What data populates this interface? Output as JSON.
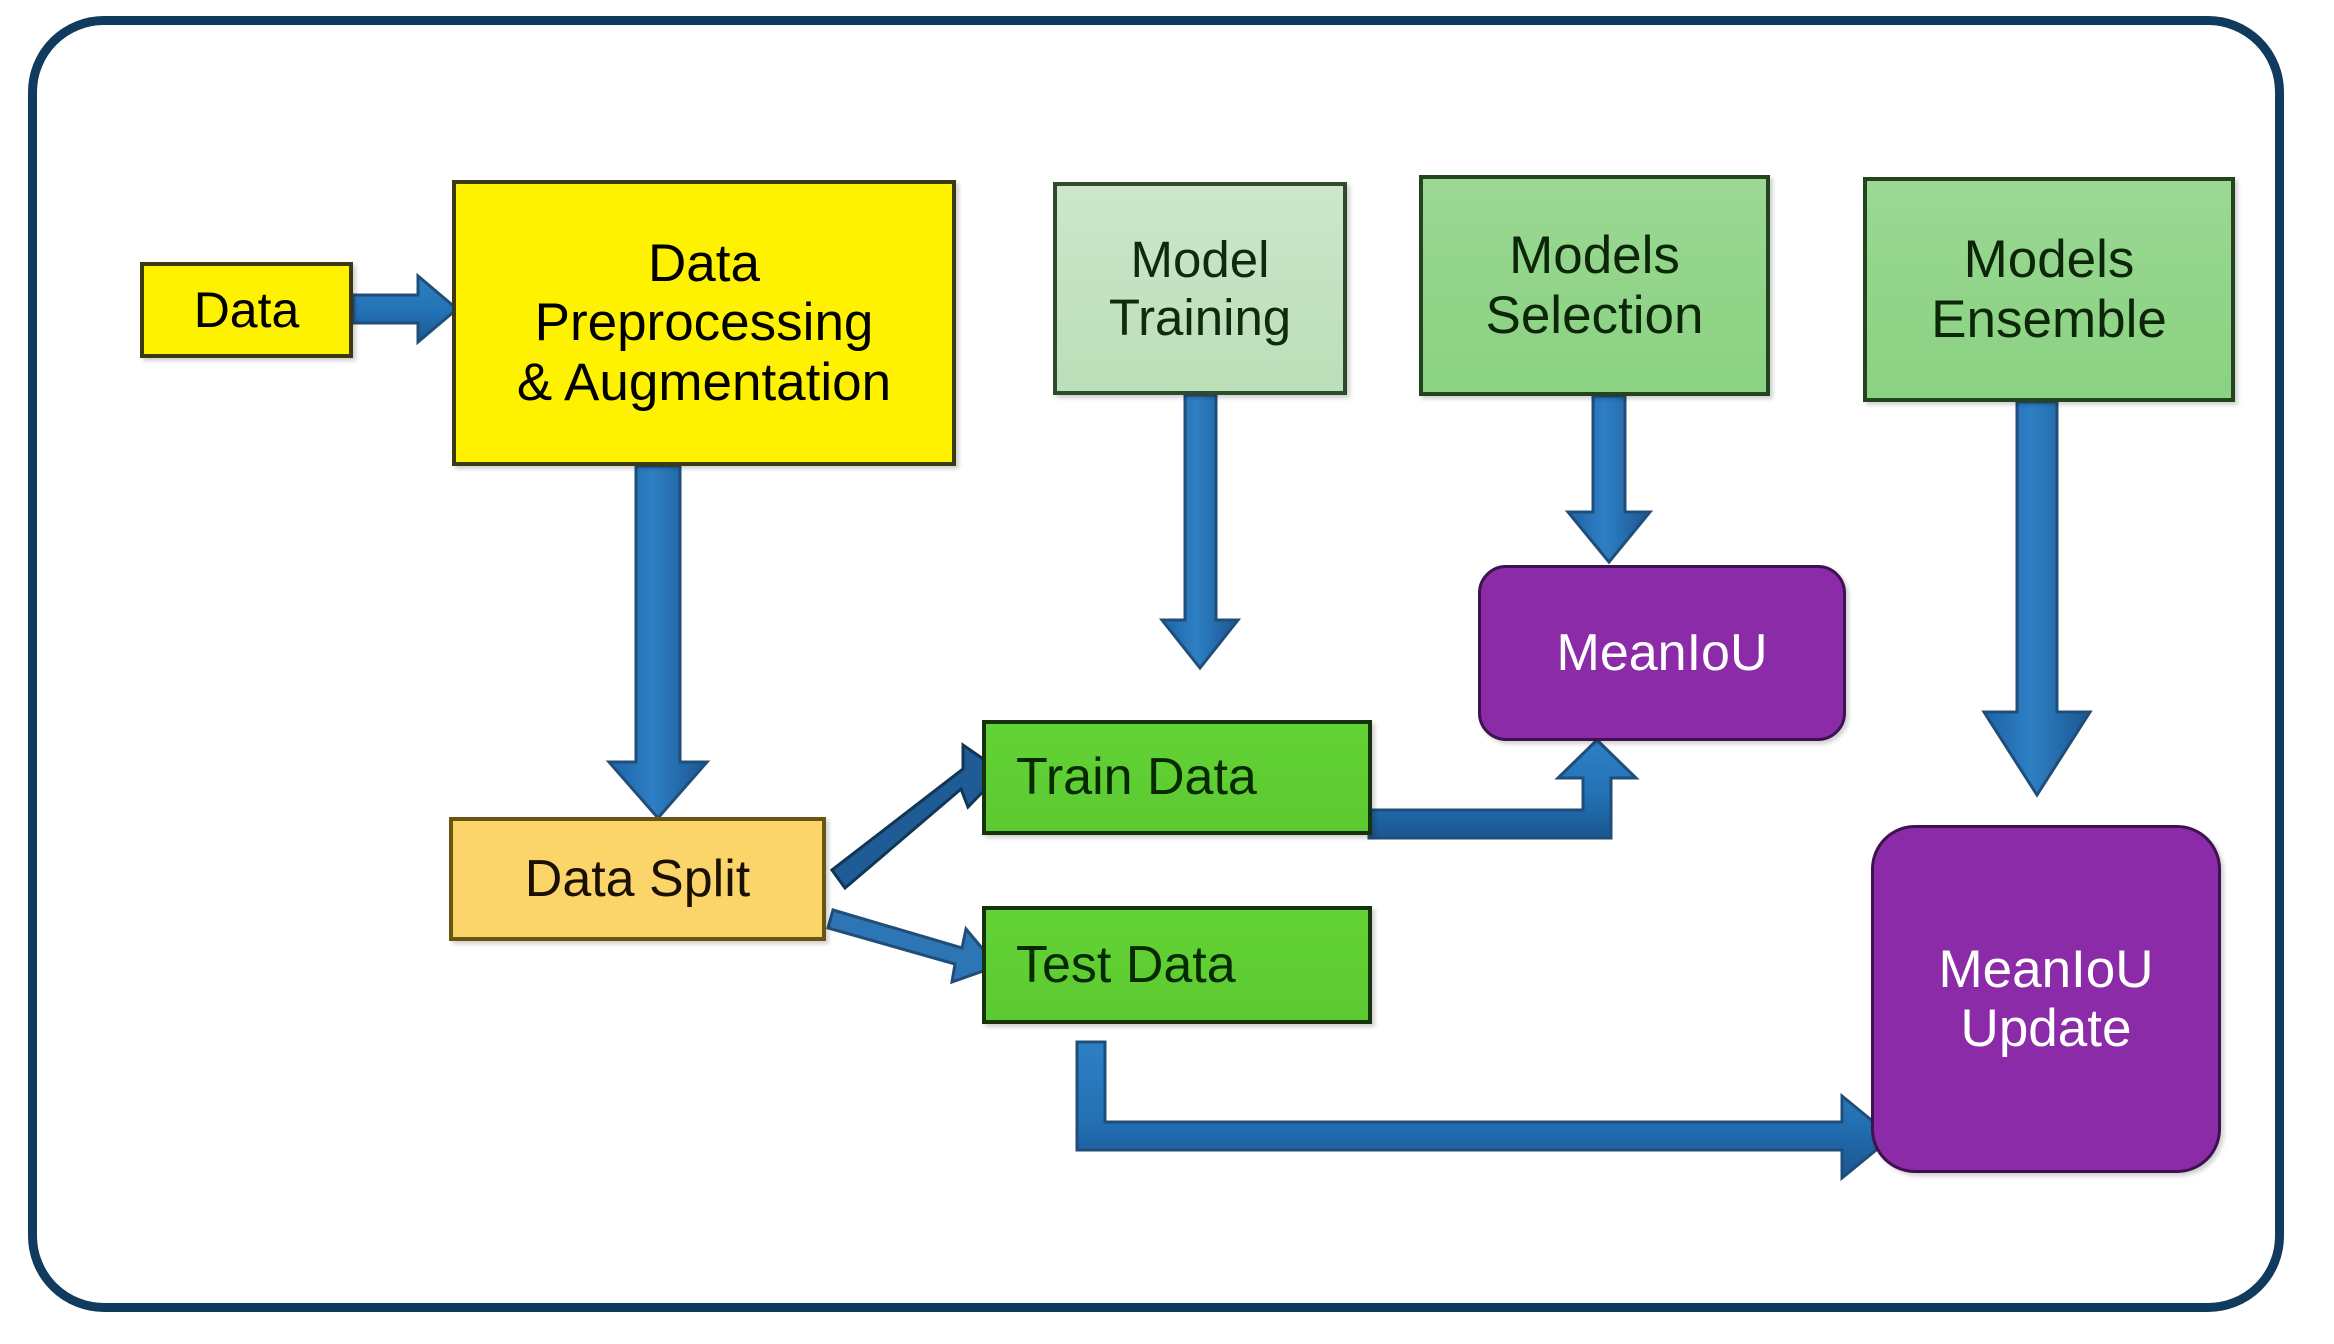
{
  "diagram": {
    "title": "Deep learning segmentation pipeline flowchart",
    "frame": {
      "border_color": "#103A5E",
      "background": "#FFFFFF"
    },
    "palette": {
      "yellow": "#FFF200",
      "amber": "#FBD46A",
      "green_light": "#C3E2C0",
      "green_medium": "#91D489",
      "green_bright": "#5FCE33",
      "purple": "#8B2BA8",
      "arrow_blue": "#2E75B6",
      "arrow_blue_dark": "#1F4E79"
    },
    "nodes": [
      {
        "id": "data",
        "label": "Data",
        "shape": "rectangle",
        "fill": "#FFF200"
      },
      {
        "id": "preprocessing",
        "label": "Data\nPreprocessing\n& Augmentation",
        "shape": "rectangle",
        "fill": "#FFF200"
      },
      {
        "id": "model-training",
        "label": "Model\nTraining",
        "shape": "rectangle",
        "fill": "#C3E2C0"
      },
      {
        "id": "models-selection",
        "label": "Models\nSelection",
        "shape": "rectangle",
        "fill": "#91D489"
      },
      {
        "id": "models-ensemble",
        "label": "Models\nEnsemble",
        "shape": "rectangle",
        "fill": "#91D489"
      },
      {
        "id": "data-split",
        "label": "Data Split",
        "shape": "rectangle",
        "fill": "#FBD46A"
      },
      {
        "id": "train-data",
        "label": "Train Data",
        "shape": "rectangle",
        "fill": "#5FCE33"
      },
      {
        "id": "test-data",
        "label": "Test Data",
        "shape": "rectangle",
        "fill": "#5FCE33"
      },
      {
        "id": "meaniou",
        "label": "MeanIoU",
        "shape": "rounded-rectangle",
        "fill": "#8B2BA8"
      },
      {
        "id": "meaniou-update",
        "label": "MeanIoU\nUpdate",
        "shape": "rounded-rectangle",
        "fill": "#8B2BA8"
      }
    ],
    "edges": [
      {
        "from": "data",
        "to": "preprocessing",
        "style": "straight-right"
      },
      {
        "from": "preprocessing",
        "to": "data-split",
        "style": "straight-down"
      },
      {
        "from": "model-training",
        "to": "train-data",
        "style": "straight-down"
      },
      {
        "from": "models-selection",
        "to": "meaniou",
        "style": "straight-down"
      },
      {
        "from": "models-ensemble",
        "to": "meaniou-update",
        "style": "straight-down"
      },
      {
        "from": "data-split",
        "to": "train-data",
        "style": "diagonal-up-right"
      },
      {
        "from": "data-split",
        "to": "test-data",
        "style": "diagonal-down-right"
      },
      {
        "from": "train-data",
        "to": "meaniou",
        "style": "elbow-right-up"
      },
      {
        "from": "test-data",
        "to": "meaniou-update",
        "style": "elbow-down-right"
      }
    ]
  }
}
